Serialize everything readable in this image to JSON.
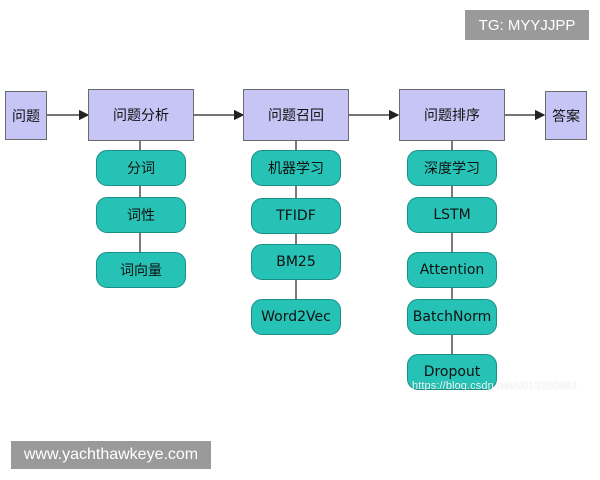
{
  "badges": {
    "top": "TG: MYYJJPP",
    "bottom": "www.yachthawkeye.com"
  },
  "pipeline": {
    "input": "问题",
    "analysis": "问题分析",
    "recall": "问题召回",
    "ranking": "问题排序",
    "output": "答案"
  },
  "analysis_items": [
    "分词",
    "词性",
    "词向量"
  ],
  "recall_items": [
    "机器学习",
    "TFIDF",
    "BM25",
    "Word2Vec"
  ],
  "ranking_items": [
    "深度学习",
    "LSTM",
    "Attention",
    "BatchNorm",
    "Dropout"
  ],
  "watermark": "https://blog.csdn.net/u013250861",
  "colors": {
    "stage_fill": "#c6c5f6",
    "node_fill": "#26c2b5",
    "line": "#222222"
  }
}
